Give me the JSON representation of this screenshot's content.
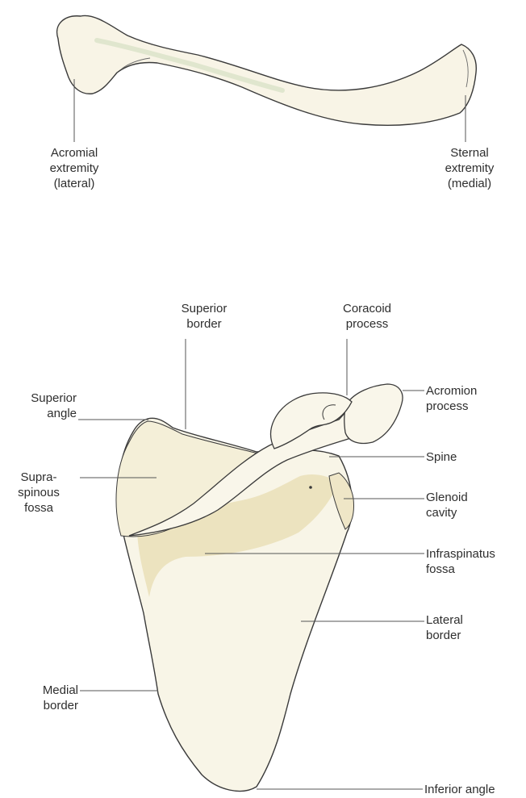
{
  "clavicle": {
    "acromial": [
      "Acromial",
      "extremity",
      "(lateral)"
    ],
    "sternal": [
      "Sternal",
      "extremity",
      "(medial)"
    ]
  },
  "scapula": {
    "superior_border": [
      "Superior",
      "border"
    ],
    "coracoid_process": [
      "Coracoid",
      "process"
    ],
    "superior_angle": [
      "Superior",
      "angle"
    ],
    "acromion_process": [
      "Acromion",
      "process"
    ],
    "supraspinous_fossa": [
      "Supra-",
      "spinous",
      "fossa"
    ],
    "spine": [
      "Spine"
    ],
    "glenoid_cavity": [
      "Glenoid",
      "cavity"
    ],
    "infraspinatus_fossa": [
      "Infraspinatus",
      "fossa"
    ],
    "lateral_border": [
      "Lateral",
      "border"
    ],
    "medial_border": [
      "Medial",
      "border"
    ],
    "inferior_angle": [
      "Inferior angle"
    ]
  },
  "colors": {
    "bone_fill": "#f7f3e3",
    "bone_shadow": "#e3d6a8",
    "outline": "#3a3a3a",
    "leader": "#555555",
    "label": "#2e2e2e"
  }
}
